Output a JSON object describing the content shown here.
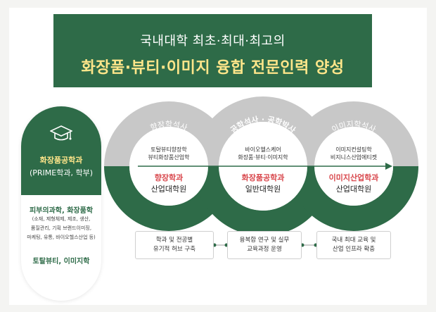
{
  "banner": {
    "line1": "국내대학 최초·최대·최고의",
    "line2": "화장품·뷰티·이미지 융합 전문인력 양성"
  },
  "left_panel": {
    "icon": "graduation-cap-icon",
    "title": "화장품공학과",
    "subtitle": "(PRIME학과, 학부)",
    "section2_title": "피부의과학, 화장품학",
    "section2_lines": [
      "(소재, 제형체제, 제조, 생산,",
      "품질관리, 기획 브랜드이미징,",
      "마케팅, 유통, 바이오헬스산업 등)"
    ],
    "section3_title": "토탈뷰티, 이미지학"
  },
  "circles": [
    {
      "arc_label": "향장학석사",
      "lines": [
        "토탈뷰티향장학",
        "뷰티화장품산업학"
      ],
      "highlight": "향장학과",
      "school": "산업대학원"
    },
    {
      "arc_label": "공학석사 · 공학박사",
      "lines": [
        "바이오헬스케어",
        "화장품·뷰티·이미지학"
      ],
      "highlight": "화장품공학과",
      "school": "일반대학원"
    },
    {
      "arc_label": "이미지학석사",
      "lines": [
        "이미지컨설팅학",
        "비지니스산업에티켓"
      ],
      "highlight": "이미지산업학과",
      "school": "산업대학원"
    }
  ],
  "boxes": [
    {
      "line1": "학과 및 전공별",
      "line2": "유기적 허브 구축"
    },
    {
      "line1": "융복합 연구 및 실무",
      "line2": "교육과정 운영"
    },
    {
      "line1": "국내 최대 교육 및",
      "line2": "산업 인프라 확충"
    }
  ],
  "colors": {
    "green": "#2e6b48",
    "gray": "#c8c8c8",
    "yellow": "#ffe68a",
    "red": "#d8464b"
  }
}
